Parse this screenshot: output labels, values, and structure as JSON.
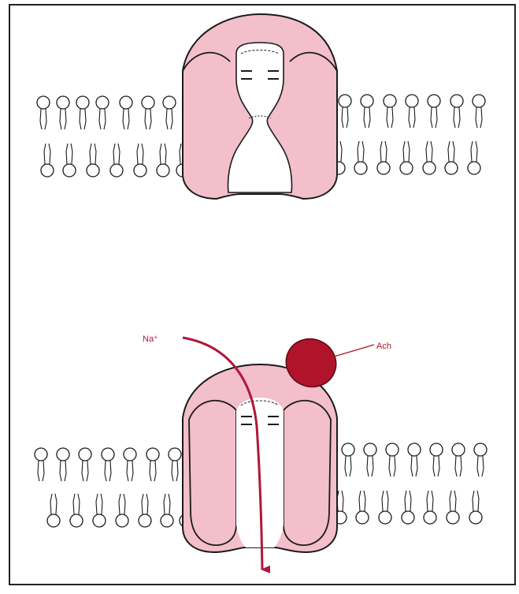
{
  "labels": {
    "ion": "Na⁺",
    "ligand": "Ach"
  },
  "colors": {
    "protein": "#f2bfca",
    "ligand": "#b0142a",
    "arrow": "#b1163a",
    "outline": "#1a1a1a"
  },
  "panels": [
    {
      "state": "closed"
    },
    {
      "state": "open",
      "ligand_bound": true
    }
  ]
}
